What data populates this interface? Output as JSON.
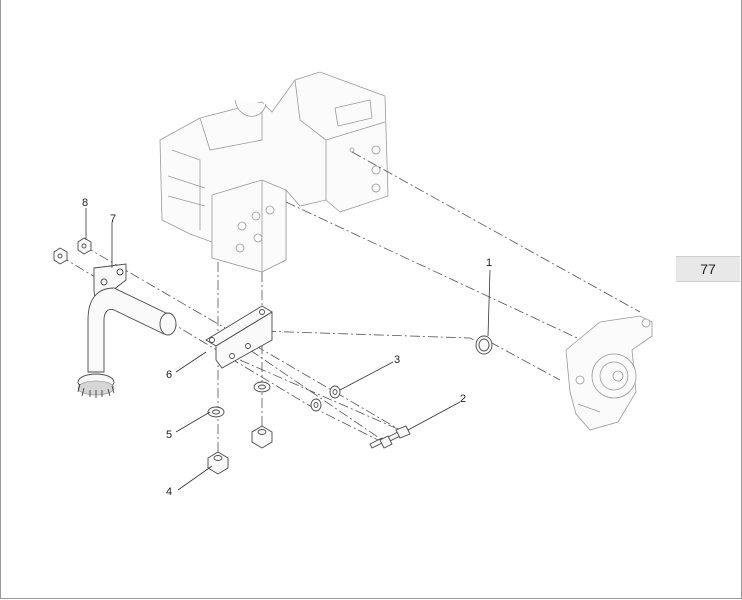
{
  "page": {
    "number": "77"
  },
  "callouts": [
    "1",
    "2",
    "3",
    "4",
    "5",
    "6",
    "7",
    "8"
  ]
}
